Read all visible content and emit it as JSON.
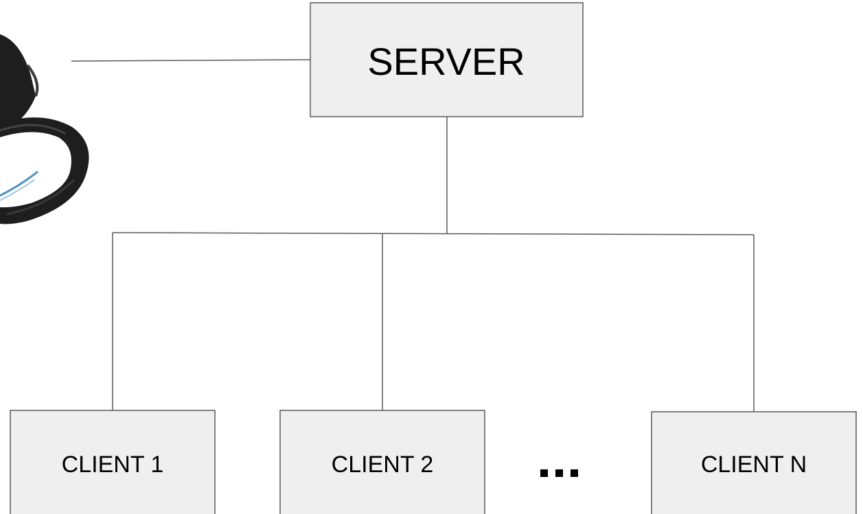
{
  "server": {
    "label": "SERVER"
  },
  "clients": [
    {
      "label": "CLIENT 1"
    },
    {
      "label": "CLIENT 2"
    },
    {
      "label": "CLIENT N"
    }
  ],
  "ellipsis": "...",
  "image": {
    "icon": "ring-headset-icon"
  },
  "colors": {
    "box_fill": "#efefef",
    "box_stroke": "#595959",
    "line": "#595959",
    "text": "#000000",
    "ring": "#1e1e1e",
    "accent_cable": "#4a90c8"
  }
}
